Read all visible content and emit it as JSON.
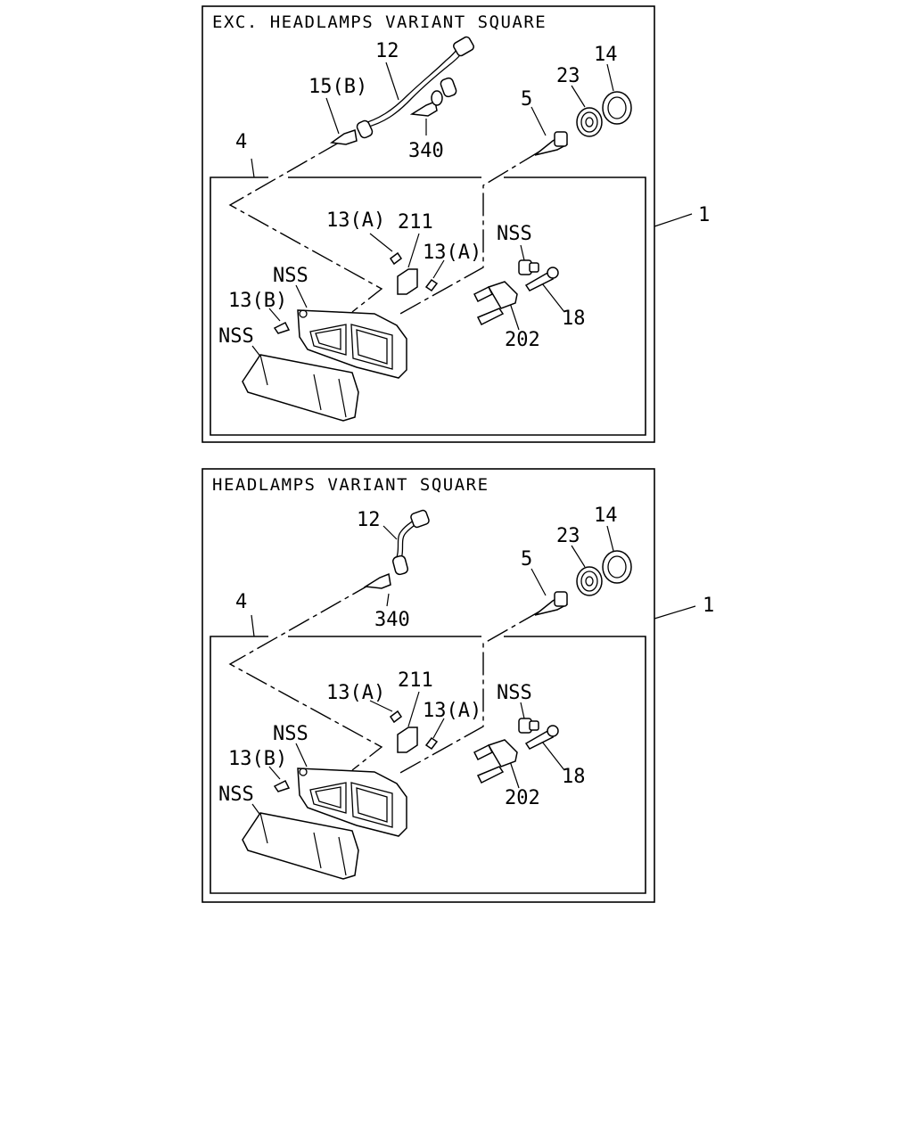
{
  "panels": [
    {
      "title": "EXC. HEADLAMPS VARIANT SQUARE",
      "labels": {
        "p12": "12",
        "p15b": "15(B)",
        "p340": "340",
        "p5": "5",
        "p23": "23",
        "p14": "14",
        "p4": "4",
        "p1": "1",
        "p13a_1": "13(A)",
        "p211": "211",
        "p13a_2": "13(A)",
        "nss_top": "NSS",
        "nss_mid": "NSS",
        "p13b": "13(B)",
        "nss_lens": "NSS",
        "p18": "18",
        "p202": "202"
      }
    },
    {
      "title": "HEADLAMPS VARIANT SQUARE",
      "labels": {
        "p12": "12",
        "p340": "340",
        "p5": "5",
        "p23": "23",
        "p14": "14",
        "p4": "4",
        "p1": "1",
        "p13a_1": "13(A)",
        "p211": "211",
        "p13a_2": "13(A)",
        "nss_top": "NSS",
        "nss_mid": "NSS",
        "p13b": "13(B)",
        "nss_lens": "NSS",
        "p18": "18",
        "p202": "202"
      }
    }
  ]
}
